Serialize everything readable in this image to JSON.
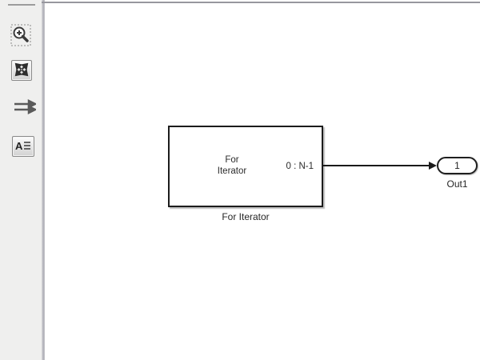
{
  "palette": {
    "icons": [
      {
        "name": "zoom-region-icon"
      },
      {
        "name": "fit-to-view-icon"
      },
      {
        "name": "signal-arrows-icon"
      },
      {
        "name": "annotation-icon"
      }
    ]
  },
  "diagram": {
    "for_iterator": {
      "inner_line1": "For",
      "inner_line2": "Iterator",
      "port_label": "0 : N-1",
      "name": "For Iterator"
    },
    "out1": {
      "port_number": "1",
      "name": "Out1"
    }
  },
  "colors": {
    "toolbar_bg": "#efefee",
    "canvas_bg": "#ffffff",
    "block_border": "#1c1c1c",
    "signal_line": "#1a1a1a",
    "text": "#2b2b2b",
    "separator": "#aeaeb6"
  }
}
